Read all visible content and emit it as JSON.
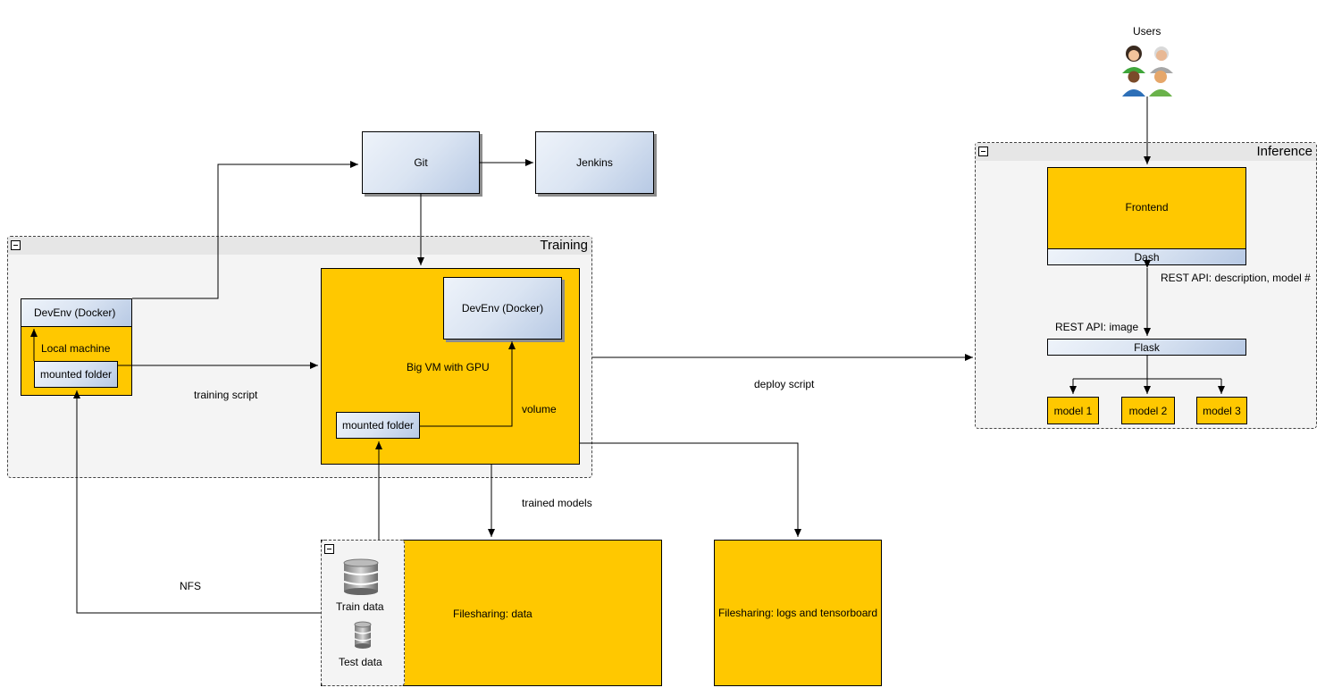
{
  "nodes": {
    "git": "Git",
    "jenkins": "Jenkins",
    "devenv_local": "DevEnv (Docker)",
    "local_machine": "Local machine",
    "mounted_folder_local": "mounted folder",
    "devenv_vm": "DevEnv (Docker)",
    "big_vm": "Big VM with GPU",
    "mounted_folder_vm": "mounted folder",
    "frontend": "Frontend",
    "dash": "Dash",
    "flask": "Flask",
    "model1": "model 1",
    "model2": "model 2",
    "model3": "model 3",
    "fs_data": "Filesharing: data",
    "fs_logs": "Filesharing: logs and tensorboard",
    "train_data": "Train data",
    "test_data": "Test data",
    "users": "Users"
  },
  "groups": {
    "training": "Training",
    "inference": "Inference"
  },
  "edge_labels": {
    "training_script": "training script",
    "volume": "volume",
    "deploy_script": "deploy script",
    "trained_models": "trained models",
    "nfs": "NFS",
    "rest_api_description": "REST API: description, model #",
    "rest_api_image": "REST API: image"
  },
  "colors": {
    "container_fill": "#ffc800",
    "blue_gradient_start": "#eef3fa",
    "blue_gradient_end": "#b7c9e4",
    "group_fill": "#f4f4f4"
  },
  "icons": [
    "users-icon",
    "database-icon",
    "collapse-icon"
  ]
}
